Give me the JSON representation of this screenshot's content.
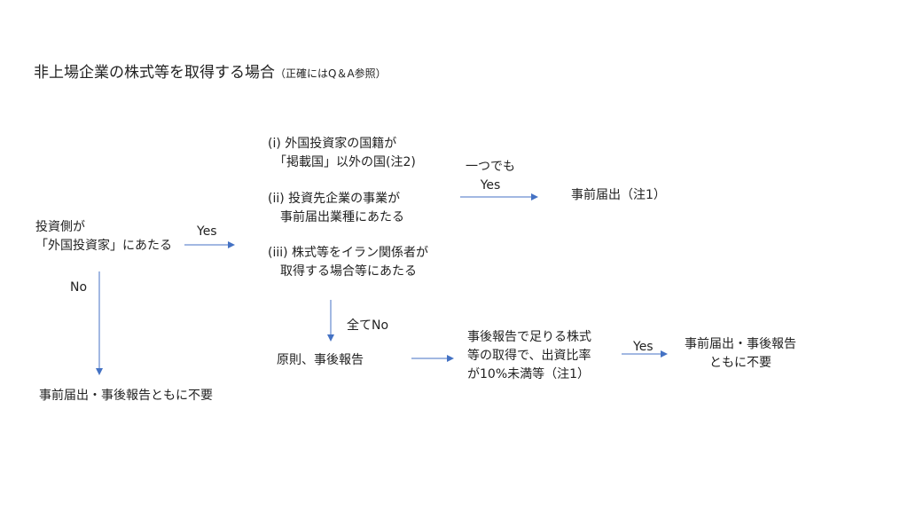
{
  "title": {
    "main": "非上場企業の株式等を取得する場合",
    "note": "（正確にはQ＆A参照）"
  },
  "nodes": {
    "investor_q": [
      "投資側が",
      "「外国投資家」にあたる"
    ],
    "cond_i": [
      "(i)  外国投資家の国籍が",
      "　「掲載国」以外の国(注2)"
    ],
    "cond_ii": [
      "(ii) 投資先企業の事業が",
      "　事前届出業種にあたる"
    ],
    "cond_iii": [
      "(iii) 株式等をイラン関係者が",
      "　取得する場合等にあたる"
    ],
    "prior_notice": "事前届出（注1）",
    "principle_post": "原則、事後報告",
    "post_cond": [
      "事後報告で足りる株式",
      "等の取得で、出資比率",
      "が10%未満等（注1）"
    ],
    "no_both_right": [
      "事前届出・事後報告",
      "ともに不要"
    ],
    "no_both_left": "事前届出・事後報告ともに不要"
  },
  "edges": {
    "yes1": "Yes",
    "any_one": "一つでも",
    "yes2": "Yes",
    "all_no": "全てNo",
    "yes3": "Yes",
    "no": "No"
  },
  "colors": {
    "arrow": "#4472c4",
    "text": "#222222"
  }
}
